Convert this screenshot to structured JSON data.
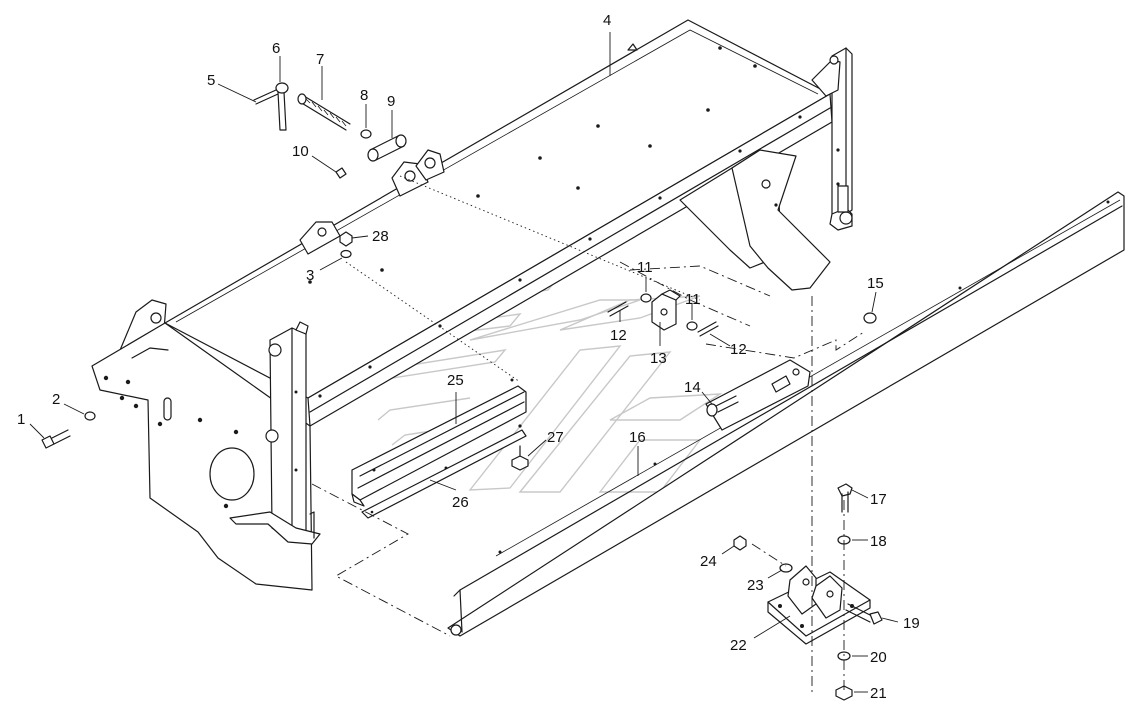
{
  "diagram": {
    "callouts": [
      {
        "id": "1",
        "label": "1"
      },
      {
        "id": "2",
        "label": "2"
      },
      {
        "id": "3",
        "label": "3"
      },
      {
        "id": "4",
        "label": "4"
      },
      {
        "id": "5",
        "label": "5"
      },
      {
        "id": "6",
        "label": "6"
      },
      {
        "id": "7",
        "label": "7"
      },
      {
        "id": "8",
        "label": "8"
      },
      {
        "id": "9",
        "label": "9"
      },
      {
        "id": "10",
        "label": "10"
      },
      {
        "id": "11a",
        "label": "11"
      },
      {
        "id": "11b",
        "label": "11"
      },
      {
        "id": "12a",
        "label": "12"
      },
      {
        "id": "12b",
        "label": "12"
      },
      {
        "id": "13",
        "label": "13"
      },
      {
        "id": "14",
        "label": "14"
      },
      {
        "id": "15",
        "label": "15"
      },
      {
        "id": "16",
        "label": "16"
      },
      {
        "id": "17",
        "label": "17"
      },
      {
        "id": "18",
        "label": "18"
      },
      {
        "id": "19",
        "label": "19"
      },
      {
        "id": "20",
        "label": "20"
      },
      {
        "id": "21",
        "label": "21"
      },
      {
        "id": "22",
        "label": "22"
      },
      {
        "id": "23",
        "label": "23"
      },
      {
        "id": "24",
        "label": "24"
      },
      {
        "id": "25",
        "label": "25"
      },
      {
        "id": "26",
        "label": "26"
      },
      {
        "id": "27",
        "label": "27"
      },
      {
        "id": "28",
        "label": "28"
      }
    ],
    "colors": {
      "line": "#1a1a1a",
      "watermark": "#c8c8c8",
      "background": "#ffffff"
    }
  }
}
